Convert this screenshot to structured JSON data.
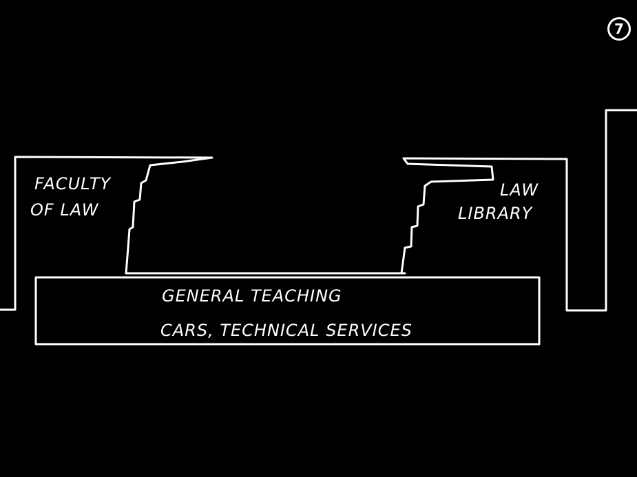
{
  "page_number": "7",
  "labels": {
    "faculty_line1": "FACULTY",
    "faculty_line2": "OF LAW",
    "library_line1": "LAW",
    "library_line2": "LIBRARY",
    "podium_line1": "GENERAL TEACHING",
    "podium_line2": "CARS, TECHNICAL SERVICES"
  },
  "colors": {
    "background": "#000000",
    "ink": "#ffffff"
  }
}
